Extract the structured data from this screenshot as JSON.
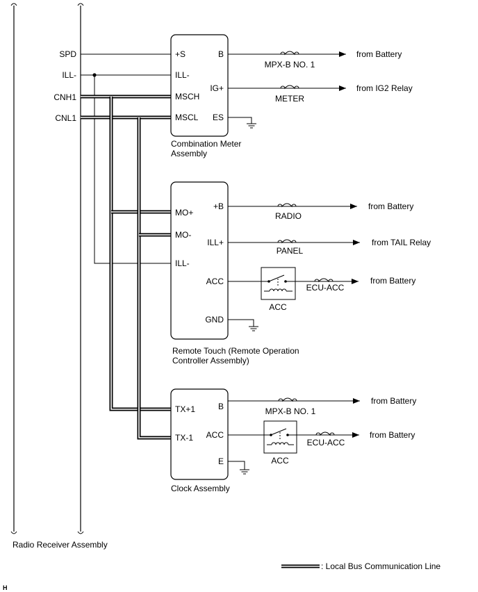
{
  "radio": {
    "label": "Radio Receiver Assembly",
    "pins": {
      "spd": "SPD",
      "ill": "ILL-",
      "cnh1": "CNH1",
      "cnl1": "CNL1"
    }
  },
  "meter": {
    "label_line1": "Combination Meter",
    "label_line2": "Assembly",
    "pins": {
      "s": "+S",
      "ill": "ILL-",
      "msch": "MSCH",
      "mscl": "MSCL",
      "b": "B",
      "ig": "IG+",
      "es": "ES"
    },
    "fuse_b": "MPX-B NO. 1",
    "source_b": "from Battery",
    "fuse_ig": "METER",
    "source_ig": "from IG2 Relay"
  },
  "remote": {
    "label_line1": "Remote Touch (Remote Operation",
    "label_line2": "Controller Assembly)",
    "pins": {
      "mo_plus": "MO+",
      "mo_minus": "MO-",
      "ill_minus": "ILL-",
      "b": "+B",
      "ill_plus": "ILL+",
      "acc": "ACC",
      "gnd": "GND"
    },
    "fuse_b": "RADIO",
    "source_b": "from Battery",
    "fuse_ill": "PANEL",
    "source_ill": "from TAIL Relay",
    "relay": "ACC",
    "fuse_acc": "ECU-ACC",
    "source_acc": "from Battery"
  },
  "clock": {
    "label": "Clock Assembly",
    "pins": {
      "tx1_plus": "TX+1",
      "tx1_minus": "TX-1",
      "b": "B",
      "acc": "ACC",
      "e": "E"
    },
    "fuse_b": "MPX-B NO. 1",
    "source_b": "from Battery",
    "relay": "ACC",
    "fuse_acc": "ECU-ACC",
    "source_acc": "from Battery"
  },
  "legend": {
    "label": ": Local Bus Communication Line"
  },
  "corner_mark": "H"
}
